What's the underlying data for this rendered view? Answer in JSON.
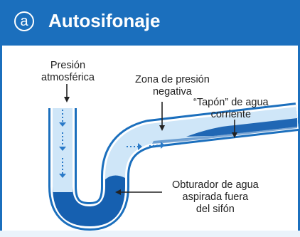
{
  "header": {
    "badge": "a",
    "title": "Autosifonaje"
  },
  "labels": {
    "atmospheric_pressure": [
      "Presión",
      "atmosférica"
    ],
    "negative_pressure_zone": [
      "Zona de presión",
      "negativa"
    ],
    "water_plug": [
      "“Tapón” de agua",
      "corriente"
    ],
    "trap_seal": [
      "Obturador de agua",
      "aspirada fuera",
      "del sifón"
    ]
  },
  "colors": {
    "header": "#1b6fbd",
    "pipe_outline": "#1b6fbd",
    "pipe_inside": "#cfe6f8",
    "water": "#1660b0",
    "arrows": "#222222"
  }
}
